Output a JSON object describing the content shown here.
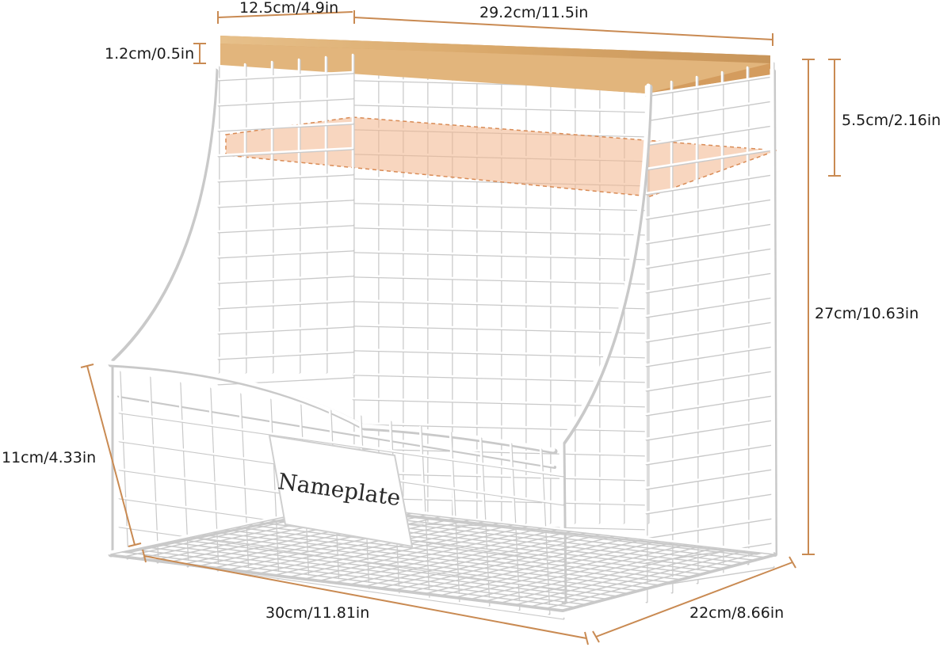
{
  "dimensions": {
    "shelf_depth": "12.5cm/4.9in",
    "shelf_width": "29.2cm/11.5in",
    "shelf_thickness": "1.2cm/0.5in",
    "shelf_gap": "5.5cm/2.16in",
    "total_height": "27cm/10.63in",
    "basket_height": "11cm/4.33in",
    "base_width": "30cm/11.81in",
    "base_depth": "22cm/8.66in"
  },
  "nameplate": {
    "text": "Nameplate"
  },
  "colors": {
    "wood": "#d9a86a",
    "wood_light": "#e8c28e",
    "shelf_ghost": "#f2b48a",
    "wire": "#ffffff",
    "dimension_line": "#c98a52"
  },
  "icons": [
    "wire-basket",
    "wooden-shelf",
    "nameplate-tag"
  ]
}
